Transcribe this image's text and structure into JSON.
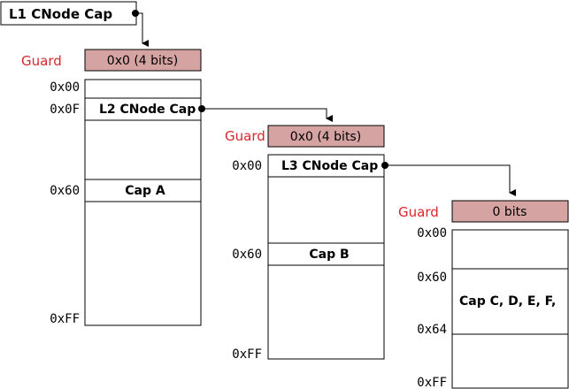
{
  "l1": {
    "label": "L1 CNode Cap"
  },
  "level1": {
    "guard_label": "Guard",
    "guard_value": "0x0 (4 bits)",
    "offsets": {
      "start": "0x00",
      "l2": "0x0F",
      "capA": "0x60",
      "end": "0xFF"
    },
    "slots": {
      "l2": "L2 CNode Cap",
      "capA": "Cap A"
    }
  },
  "level2": {
    "guard_label": "Guard",
    "guard_value": "0x0 (4 bits)",
    "offsets": {
      "start": "0x00",
      "capB": "0x60",
      "end": "0xFF"
    },
    "slots": {
      "l3": "L3 CNode Cap",
      "capB": "Cap B"
    }
  },
  "level3": {
    "guard_label": "Guard",
    "guard_value": "0 bits",
    "offsets": {
      "start": "0x00",
      "capC_start": "0x60",
      "capC_end": "0x64",
      "end": "0xFF"
    },
    "slots": {
      "capC": "Cap C, D, E, F,"
    }
  }
}
